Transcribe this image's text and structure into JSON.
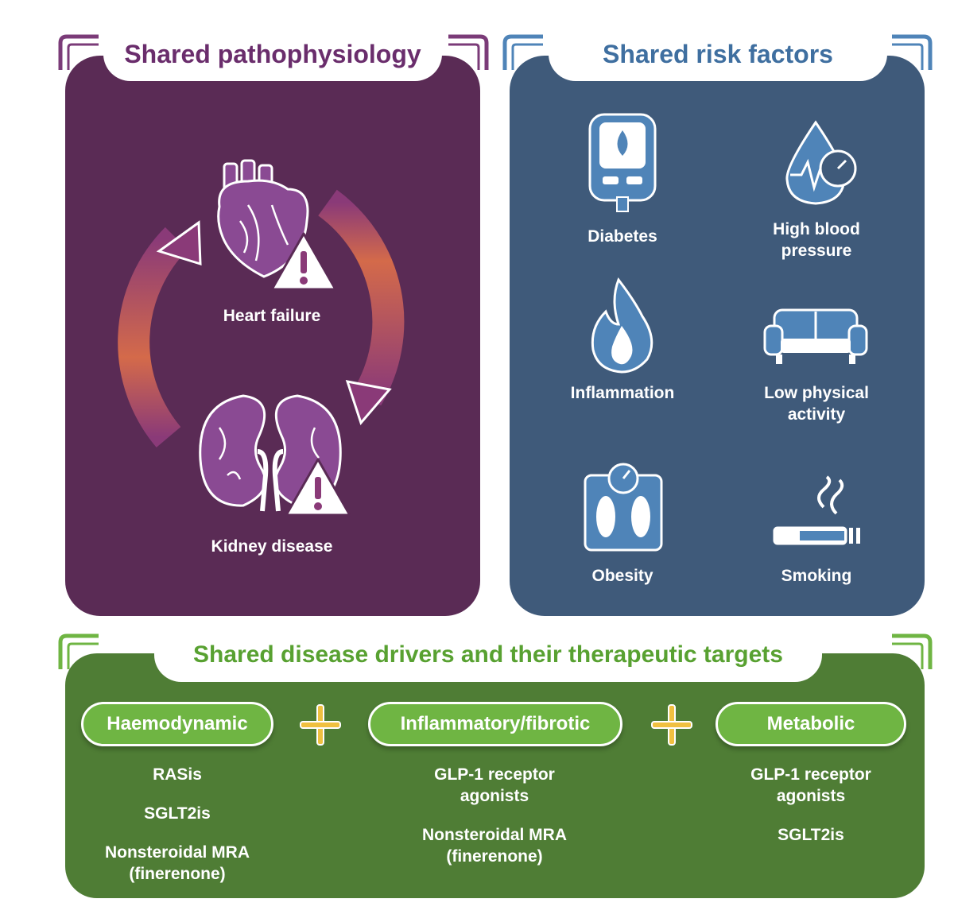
{
  "colors": {
    "pathophysiology": "#5a2b55",
    "risk_factors": "#3f5a7a",
    "drivers": "#4f7d35",
    "pill": "#6fb543",
    "plus": "#f0c040"
  },
  "pathophysiology": {
    "title": "Shared pathophysiology",
    "heart_label": "Heart failure",
    "kidney_label": "Kidney disease"
  },
  "risk_factors": {
    "title": "Shared risk factors",
    "items": [
      {
        "icon": "glucometer-icon",
        "label": "Diabetes"
      },
      {
        "icon": "blood-drop-gauge-icon",
        "label": "High blood\npressure"
      },
      {
        "icon": "flame-icon",
        "label": "Inflammation"
      },
      {
        "icon": "sofa-icon",
        "label": "Low physical\nactivity"
      },
      {
        "icon": "scale-icon",
        "label": "Obesity"
      },
      {
        "icon": "cigarette-icon",
        "label": "Smoking"
      }
    ]
  },
  "drivers": {
    "title": "Shared disease drivers and their therapeutic targets",
    "plus_symbol": "+",
    "categories": [
      {
        "label": "Haemodynamic",
        "drugs": [
          "RASis",
          "SGLT2is",
          "Nonsteroidal MRA\n(finerenone)"
        ]
      },
      {
        "label": "Inflammatory/fibrotic",
        "drugs": [
          "GLP-1 receptor\nagonists",
          "Nonsteroidal MRA\n(finerenone)"
        ]
      },
      {
        "label": "Metabolic",
        "drugs": [
          "GLP-1 receptor\nagonists",
          "SGLT2is"
        ]
      }
    ]
  }
}
